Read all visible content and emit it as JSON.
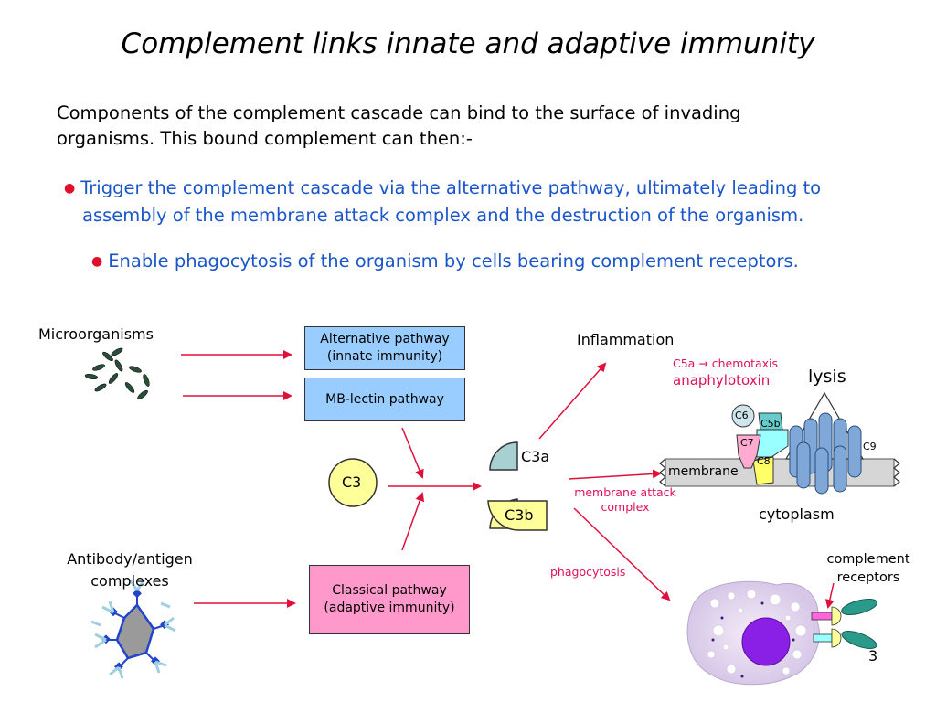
{
  "title": "Complement links innate and adaptive immunity",
  "intro": "Components of the complement cascade can bind to the surface of invading organisms. This bound complement can then:-",
  "bullets": {
    "b1_line1": "Trigger the complement cascade via the alternative pathway, ultimately leading to",
    "b1_line2": "assembly of the membrane attack complex and the destruction of the organism.",
    "b2": "Enable phagocytosis of the organism by cells bearing complement receptors."
  },
  "diagram": {
    "microorganisms": "Microorganisms",
    "antibody_line1": "Antibody/antigen",
    "antibody_line2": "complexes",
    "alt_pathway_line1": "Alternative pathway",
    "alt_pathway_line2": "(innate immunity)",
    "mb_lectin": "MB-lectin pathway",
    "classical_line1": "Classical pathway",
    "classical_line2": "(adaptive immunity)",
    "c3": "C3",
    "c3a": "C3a",
    "c3b": "C3b",
    "inflammation": "Inflammation",
    "chemotaxis": "C5a → chemotaxis",
    "anaphylotoxin": "anaphylotoxin",
    "lysis": "lysis",
    "c6": "C6",
    "c5b": "C5b",
    "c7": "C7",
    "c8": "C8",
    "c9": "C9",
    "membrane": "membrane",
    "cytoplasm": "cytoplasm",
    "mac_line1": "membrane attack",
    "mac_line2": "complex",
    "phagocytosis": "phagocytosis",
    "receptors_line1": "complement",
    "receptors_line2": "receptors"
  },
  "page_number": "3",
  "colors": {
    "arrow": "#e0103a",
    "bullet_text": "#1a56c9",
    "box_blue": "#99ccff",
    "box_pink": "#ff99cc",
    "c3_yellow": "#ffff99",
    "c3a_teal": "#a8d0d0"
  }
}
